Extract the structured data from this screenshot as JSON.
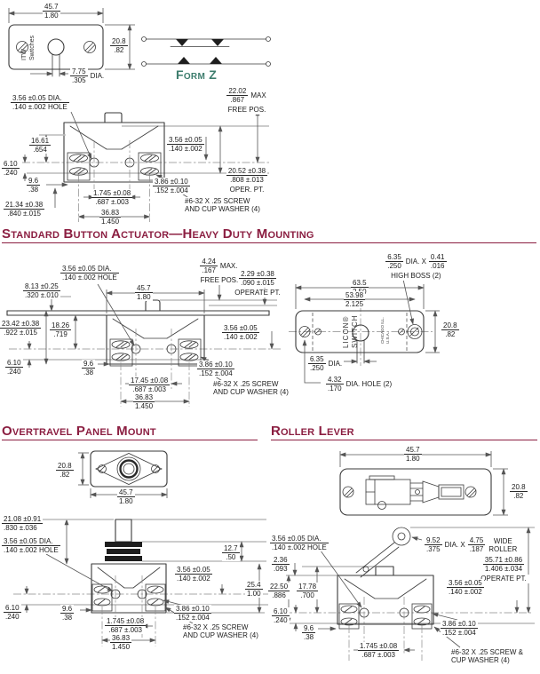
{
  "colors": {
    "header": "#8b1e41",
    "formz_label": "#3d7d6d",
    "line": "#3a3a3a",
    "reference_line": "#bcbcbc"
  },
  "headers": {
    "h1": "Standard Button Actuator—Heavy Duty Mounting",
    "h2": "Overtravel Panel Mount",
    "h3": "Roller Lever"
  },
  "formz": {
    "label": "Form Z"
  },
  "brand_plate": {
    "line1": "ITW",
    "line2": "Switches"
  },
  "brand_hd": {
    "line1": "LICON®",
    "line2": "SWITCH",
    "line3": "CHICAGO ILL.",
    "line4": "U.S.A."
  },
  "fig_switch_top": {
    "width": {
      "t": "45.7",
      "b": "1.80"
    },
    "height": {
      "t": "20.8",
      "b": ".82"
    },
    "hole": {
      "t": "7.75",
      "b": ".305",
      "s": "DIA."
    }
  },
  "fig_std_side": {
    "hole_callout": {
      "t": "3.56 ±0.05 DIA.",
      "b": ".140 ±.002 HOLE"
    },
    "free_pos": {
      "t": "22.02",
      "b": ".867",
      "s": "MAX",
      "c": "FREE POS."
    },
    "h_1661": {
      "t": "16.61",
      "b": ".654"
    },
    "h_610": {
      "t": "6.10",
      "b": ".240"
    },
    "w_96": {
      "t": "9.6",
      "b": ".38"
    },
    "h_2134": {
      "t": "21.34 ±0.38",
      "b": ".840 ±.015"
    },
    "w_1745": {
      "t": "1.745 ±0.08",
      "b": ".687 ±.003"
    },
    "w_3683": {
      "t": "36.83",
      "b": "1.450"
    },
    "off_386": {
      "t": "3.86 ±0.10",
      "b": ".152 ±.004"
    },
    "off_356": {
      "t": "3.56 ±0.05",
      "b": ".140 ±.002"
    },
    "oper_pt": {
      "t": "20.52 ±0.38",
      "b": ".808 ±.013",
      "c": "OPER. PT."
    },
    "screw_note": {
      "t": "#6-32 X .25 SCREW",
      "b": "AND CUP WASHER (4)"
    }
  },
  "fig_hd_side": {
    "hole_callout": {
      "t": "3.56 ±0.05 DIA.",
      "b": ".140 ±.002 HOLE"
    },
    "free_pos": {
      "t": "4.24",
      "b": ".167",
      "s": "MAX.",
      "c": "FREE POS."
    },
    "operate_pt": {
      "t": "2.29 ±0.38",
      "b": ".090 ±.015",
      "c": "OPERATE PT."
    },
    "h_813": {
      "t": "8.13 ±0.25",
      "b": ".320 ±.010"
    },
    "width": {
      "t": "45.7",
      "b": "1.80"
    },
    "h_2342": {
      "t": "23.42 ±0.38",
      "b": ".922 ±.015"
    },
    "h_1826": {
      "t": "18.26",
      "b": ".719"
    },
    "h_610": {
      "t": "6.10",
      "b": ".240"
    },
    "w_96": {
      "t": "9.6",
      "b": ".38"
    },
    "w_1745": {
      "t": "17.45 ±0.08",
      "b": ".687 ±.003"
    },
    "w_3683": {
      "t": "36.83",
      "b": "1.450"
    },
    "off_356": {
      "t": "3.56 ±0.05",
      "b": ".140 ±.002"
    },
    "off_386": {
      "t": "3.86 ±0.10",
      "b": ".152 ±.004"
    },
    "screw_note": {
      "t": "#6-32 X .25 SCREW",
      "b": "AND CUP WASHER (4)"
    }
  },
  "fig_hd_plate": {
    "boss_dia": {
      "t": "6.35",
      "b": ".250",
      "s": "DIA. X"
    },
    "boss_h": {
      "t": "0.41",
      "b": ".016"
    },
    "boss_cap": "HIGH BOSS (2)",
    "w_635": {
      "t": "63.5",
      "b": "2.50"
    },
    "w_5398": {
      "t": "53.98",
      "b": "2.125"
    },
    "height": {
      "t": "20.8",
      "b": ".82"
    },
    "hole_635": {
      "t": "6.35",
      "b": ".250",
      "s": "DIA."
    },
    "hole_432": {
      "t": "4.32",
      "b": ".170",
      "s": "DIA. HOLE (2)"
    }
  },
  "fig_ot_top": {
    "height": {
      "t": "20.8",
      "b": ".82"
    },
    "width": {
      "t": "45.7",
      "b": "1.80"
    }
  },
  "fig_ot_side": {
    "h_2108": {
      "t": "21.08 ±0.91",
      "b": ".830 ±.036"
    },
    "h_127": {
      "t": "12.7",
      "b": ".50"
    },
    "hole_callout": {
      "t": "3.56 ±0.05 DIA.",
      "b": ".140 ±.002 HOLE"
    },
    "off_356": {
      "t": "3.56 ±0.05",
      "b": ".140 ±.002"
    },
    "h_254": {
      "t": "25.4",
      "b": "1.00"
    },
    "h_610": {
      "t": "6.10",
      "b": ".240"
    },
    "w_96": {
      "t": "9.6",
      "b": ".38"
    },
    "w_1745": {
      "t": "1.745 ±0.08",
      "b": ".687 ±.003"
    },
    "w_3683": {
      "t": "36.83",
      "b": "1.450"
    },
    "off_386": {
      "t": "3.86 ±0.10",
      "b": ".152 ±.004"
    },
    "screw_note": {
      "t": "#6-32 X .25 SCREW",
      "b": "AND CUP WASHER (4)"
    }
  },
  "fig_rl_top": {
    "width": {
      "t": "45.7",
      "b": "1.80"
    },
    "height": {
      "t": "20.8",
      "b": ".82"
    }
  },
  "fig_rl_side": {
    "hole_callout": {
      "t": "3.56 ±0.05 DIA.",
      "b": ".140 ±.002 HOLE"
    },
    "h_236": {
      "t": "2.36",
      "b": ".093"
    },
    "roller_dia": {
      "t": "9.52",
      "b": ".375",
      "s": "DIA. X"
    },
    "roller_w": {
      "t": "4.75",
      "b": ".187"
    },
    "roller_cap": {
      "t": "WIDE",
      "b": "ROLLER"
    },
    "operate_pt": {
      "t": "35.71 ±0.86",
      "b": "1.406 ±.034",
      "c": "OPERATE PT."
    },
    "h_2250": {
      "t": "22.50",
      "b": ".886"
    },
    "h_1778": {
      "t": "17.78",
      "b": ".700"
    },
    "h_610": {
      "t": "6.10",
      "b": ".240"
    },
    "w_96": {
      "t": "9.6",
      "b": ".38"
    },
    "w_1745": {
      "t": "1.745 ±0.08",
      "b": ".687 ±.003"
    },
    "off_356": {
      "t": "3.56 ±0.05",
      "b": ".140 ±.002"
    },
    "off_386": {
      "t": "3.86 ±0.10",
      "b": ".152 ±.004"
    },
    "screw_note": {
      "t": "#6-32 X .25 SCREW &",
      "b": "CUP WASHER (4)"
    }
  }
}
